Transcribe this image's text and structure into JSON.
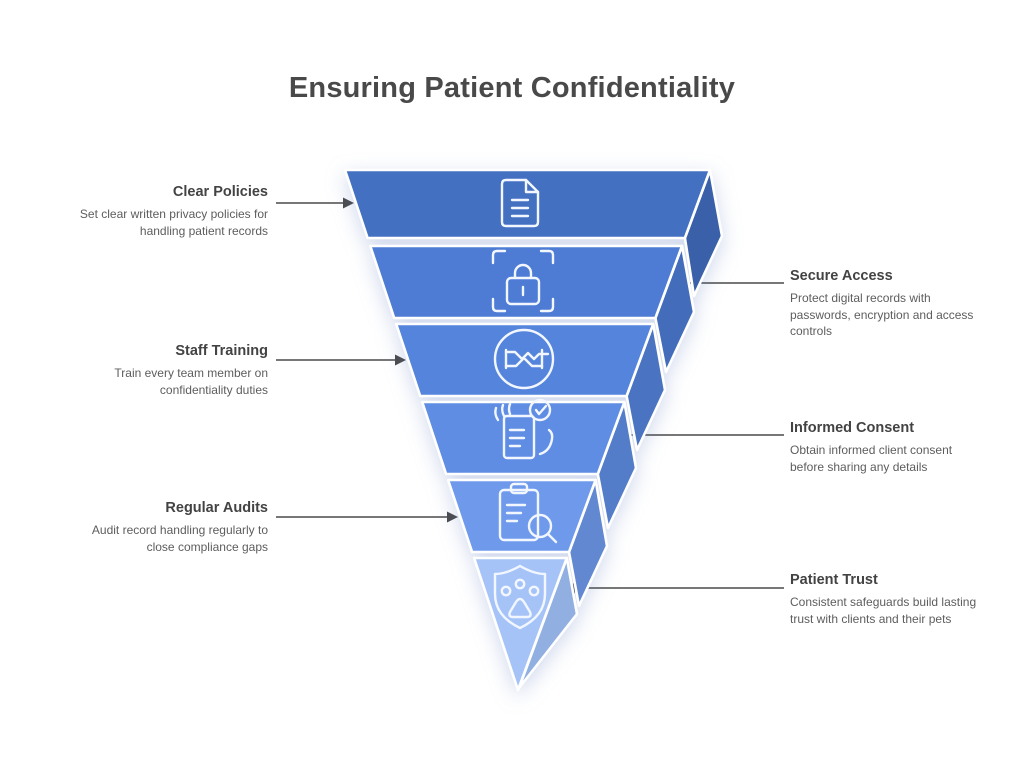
{
  "title": "Ensuring Patient Confidentiality",
  "labels": [
    {
      "id": "level-1",
      "side": "left",
      "heading": "Clear Policies",
      "description": "Set clear written privacy policies for handling patient records"
    },
    {
      "id": "level-2",
      "side": "right",
      "heading": "Secure Access",
      "description": "Protect digital records with passwords, encryption and access controls"
    },
    {
      "id": "level-3",
      "side": "left",
      "heading": "Staff Training",
      "description": "Train every team member on confidentiality duties"
    },
    {
      "id": "level-4",
      "side": "right",
      "heading": "Informed Consent",
      "description": "Obtain informed client consent before sharing any details"
    },
    {
      "id": "level-5",
      "side": "left",
      "heading": "Regular Audits",
      "description": "Audit record handling regularly to close compliance gaps"
    },
    {
      "id": "level-6",
      "side": "right",
      "heading": "Patient Trust",
      "description": "Consistent safeguards build lasting trust with clients and their pets"
    }
  ],
  "funnel": {
    "levels": [
      {
        "icon": "document-icon",
        "color": "#4470c2",
        "side_color": "#3a60a9"
      },
      {
        "icon": "lock-scan-icon",
        "color": "#4e7cd5",
        "side_color": "#436cba"
      },
      {
        "icon": "handshake-icon",
        "color": "#5584dc",
        "side_color": "#4a74c2"
      },
      {
        "icon": "consent-check-icon",
        "color": "#5f8de4",
        "side_color": "#537cc9"
      },
      {
        "icon": "clipboard-search-icon",
        "color": "#6f9aec",
        "side_color": "#6188d1"
      },
      {
        "icon": "shield-paw-icon",
        "color": "#a6c3f8",
        "side_color": "#92afe2"
      }
    ],
    "outline_color": "#ffffff",
    "connector_color": "#4a4a4a",
    "title_color": "#494949"
  }
}
